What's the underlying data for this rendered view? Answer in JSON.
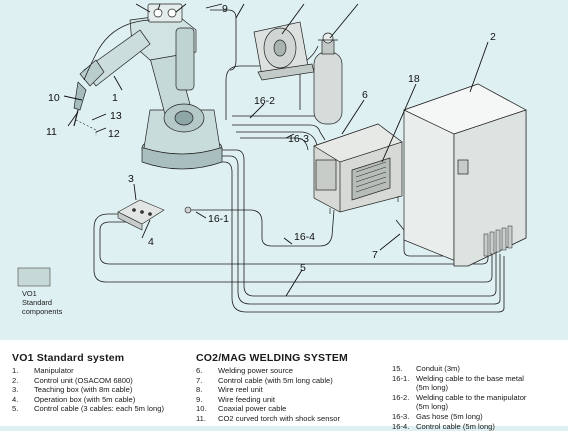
{
  "diagram": {
    "callouts": [
      "1",
      "2",
      "3",
      "4",
      "5",
      "6",
      "7",
      "9",
      "10",
      "11",
      "12",
      "13",
      "18",
      "16-1",
      "16-2",
      "16-3",
      "16-4"
    ],
    "legend_box": [
      "VO1",
      "Standard",
      "components"
    ]
  },
  "systems": {
    "vo1": {
      "title": "VO1 Standard system",
      "items": [
        {
          "num": "1.",
          "text": "Manipulator"
        },
        {
          "num": "2.",
          "text": "Control unit (OSACOM 6800)"
        },
        {
          "num": "3.",
          "text": "Teaching box (with 8m cable)"
        },
        {
          "num": "4.",
          "text": "Operation box (with 5m cable)"
        },
        {
          "num": "5.",
          "text": "Control cable (3 cables: each 5m long)"
        }
      ]
    },
    "welding": {
      "title": "CO2/MAG WELDING SYSTEM",
      "items": [
        {
          "num": "6.",
          "text": "Welding power source"
        },
        {
          "num": "7.",
          "text": "Control cable (with 5m long cable)"
        },
        {
          "num": "8.",
          "text": "Wire reel unit"
        },
        {
          "num": "9.",
          "text": "Wire feeding unit"
        },
        {
          "num": "10.",
          "text": "Coaxial power cable"
        },
        {
          "num": "11.",
          "text": "CO2 curved torch with shock sensor"
        }
      ]
    },
    "cables": {
      "items": [
        {
          "num": "15.",
          "text": "Conduit (3m)"
        },
        {
          "num": "16-1.",
          "text": "Welding cable to the base metal"
        },
        {
          "num": "",
          "text": "(5m long)"
        },
        {
          "num": "16-2.",
          "text": "Welding cable to the manipulator"
        },
        {
          "num": "",
          "text": "(5m long)"
        },
        {
          "num": "16-3.",
          "text": "Gas hose (5m long)"
        },
        {
          "num": "16-4.",
          "text": "Control cable (5m long)"
        }
      ]
    }
  },
  "colors": {
    "background": "#dff0f2",
    "robot": "#c9dcdc",
    "cabinet": "#e9eeec",
    "power_source": "#d8dad6"
  }
}
